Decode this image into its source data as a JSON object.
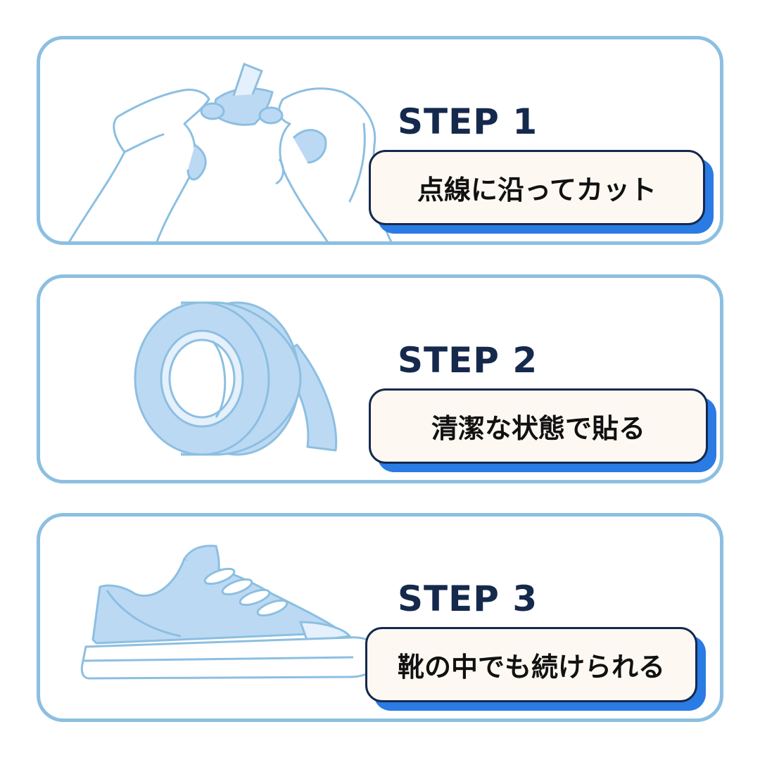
{
  "steps": [
    {
      "title": "STEP 1",
      "label": "点線に沿ってカット",
      "illustration_icon": "hands-peeling-tape-icon"
    },
    {
      "title": "STEP 2",
      "label": "清潔な状態で貼る",
      "illustration_icon": "tape-roll-icon"
    },
    {
      "title": "STEP 3",
      "label": "靴の中でも続けられる",
      "illustration_icon": "sneaker-icon"
    }
  ],
  "colors": {
    "card_border": "#8cbfe1",
    "illustration_fill": "#bcd9f4",
    "illustration_stroke": "#8cbfe1",
    "title_text": "#15294d",
    "label_bg": "#fdf9f2",
    "label_border": "#15294d",
    "label_shadow": "#2a7be4"
  }
}
